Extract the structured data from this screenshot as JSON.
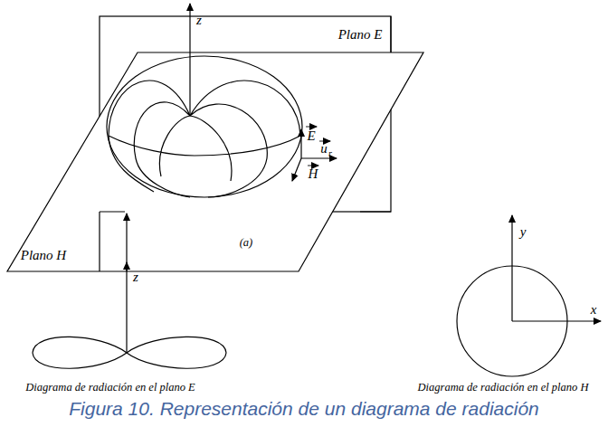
{
  "diagram": {
    "caption": "Figura 10. Representación de un diagrama de radiación",
    "labels": [
      "z",
      "Plano E",
      "Plano H",
      "E",
      "u",
      "r",
      "H",
      "(a)",
      "z",
      "y",
      "x",
      "Diagrama de radiación en el plano E",
      "Diagrama de radiación en el plano H"
    ]
  }
}
